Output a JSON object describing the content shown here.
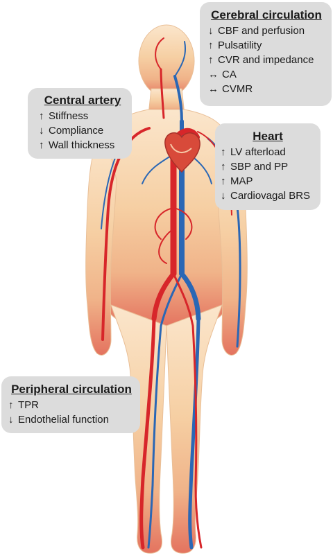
{
  "cerebral": {
    "title": "Cerebral circulation",
    "items": [
      {
        "arrow": "↓",
        "text": "CBF and perfusion"
      },
      {
        "arrow": "↑",
        "text": "Pulsatility"
      },
      {
        "arrow": "↑",
        "text": "CVR and impedance"
      },
      {
        "arrow": "↔",
        "text": "CA"
      },
      {
        "arrow": "↔",
        "text": "CVMR"
      }
    ]
  },
  "central": {
    "title": "Central artery",
    "items": [
      {
        "arrow": "↑",
        "text": "Stiffness"
      },
      {
        "arrow": "↓",
        "text": "Compliance"
      },
      {
        "arrow": "↑",
        "text": "Wall thickness"
      }
    ]
  },
  "heart": {
    "title": "Heart",
    "items": [
      {
        "arrow": "↑",
        "text": "LV afterload"
      },
      {
        "arrow": "↑",
        "text": "SBP and PP"
      },
      {
        "arrow": "↑",
        "text": "MAP"
      },
      {
        "arrow": "↓",
        "text": "Cardiovagal BRS"
      }
    ]
  },
  "peripheral": {
    "title": "Peripheral circulation",
    "items": [
      {
        "arrow": "↑",
        "text": "TPR"
      },
      {
        "arrow": "↓",
        "text": "Endothelial function"
      }
    ]
  },
  "colors": {
    "skin_light": "#fbe3c6",
    "skin_mid": "#f4c79a",
    "skin_low": "#e89a72",
    "artery": "#d7262a",
    "vein": "#2a67b5",
    "heart": "#d84a3a",
    "box_bg": "#dcdcdc"
  }
}
